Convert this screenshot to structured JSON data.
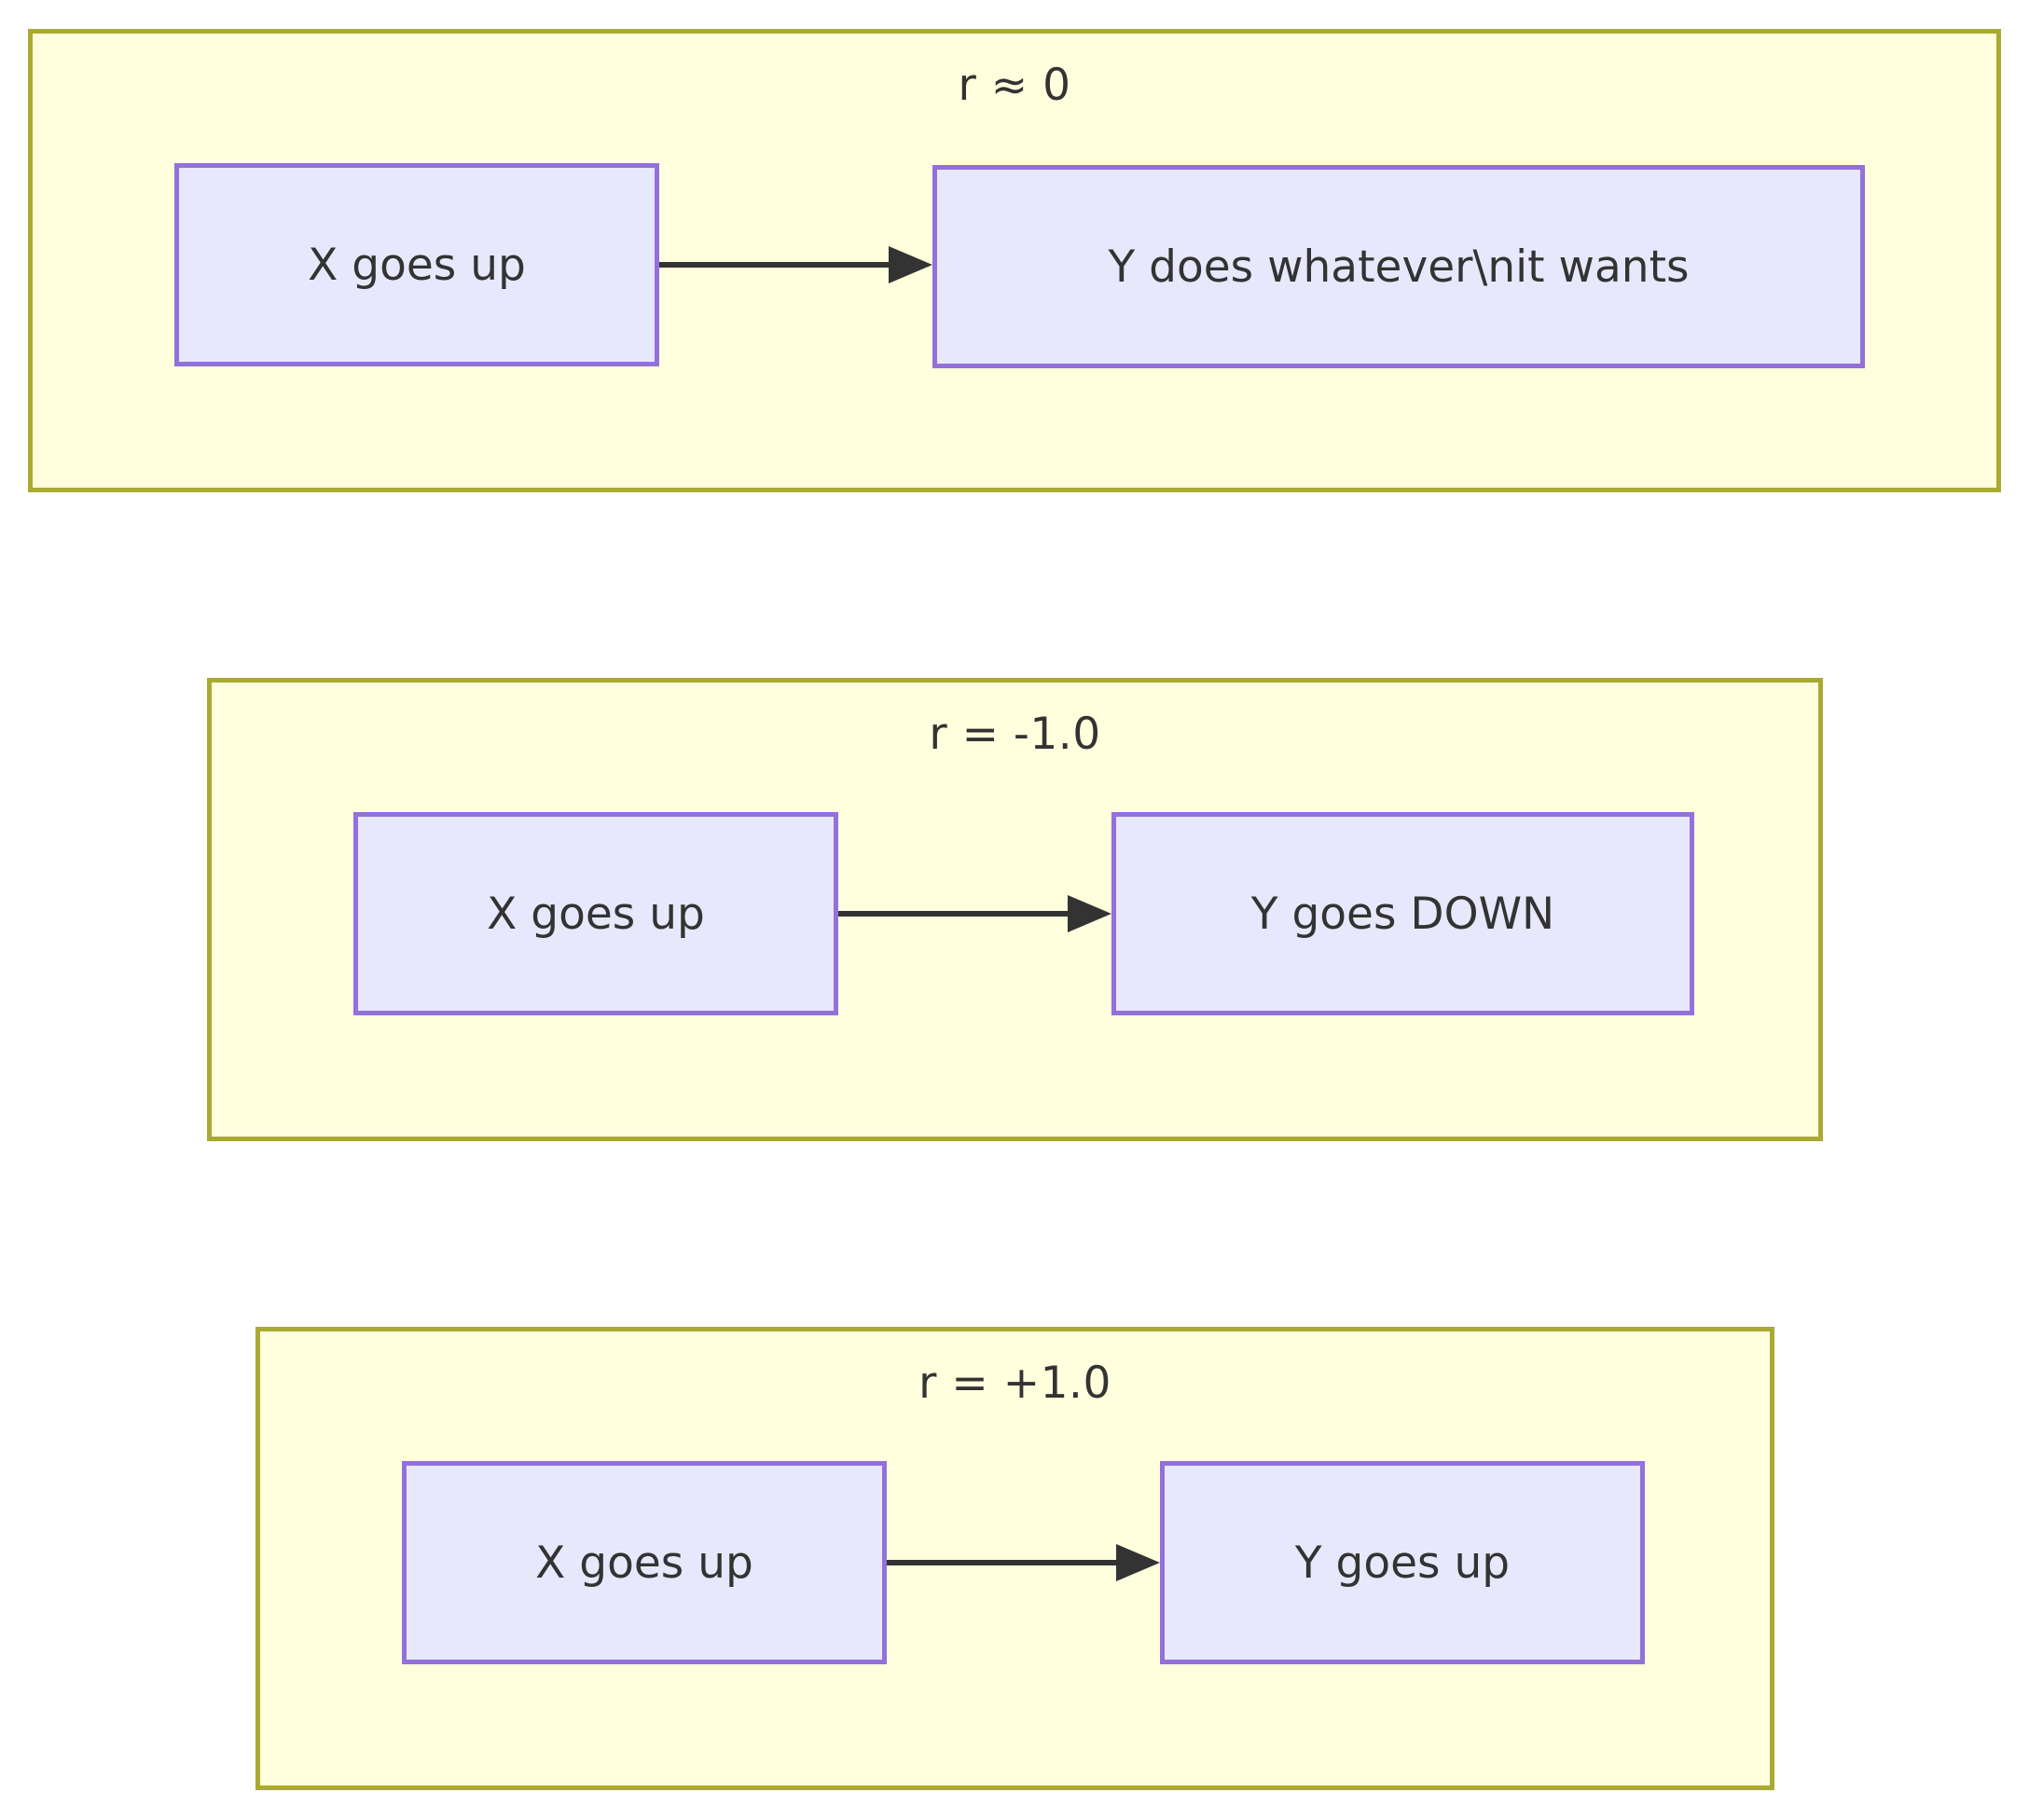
{
  "diagram": {
    "type": "flowchart-subgraphs",
    "colors": {
      "panel_fill": "#ffffde",
      "panel_border": "#aaaa33",
      "node_fill": "#e8e8fc",
      "node_border": "#9370db",
      "edge": "#333333",
      "text": "#333333",
      "page_background": "#ffffff"
    },
    "panels": [
      {
        "title": "r ≈ 0",
        "nodes": [
          {
            "label": "X goes up"
          },
          {
            "label": "Y does whatever\\nit wants"
          }
        ],
        "edges": [
          {
            "from": "X goes up",
            "to": "Y does whatever\\nit wants",
            "arrow": "arrow-head-right",
            "label": ""
          }
        ]
      },
      {
        "title": "r = -1.0",
        "nodes": [
          {
            "label": "X goes up"
          },
          {
            "label": "Y goes DOWN"
          }
        ],
        "edges": [
          {
            "from": "X goes up",
            "to": "Y goes DOWN",
            "arrow": "arrow-head-right",
            "label": ""
          }
        ]
      },
      {
        "title": "r = +1.0",
        "nodes": [
          {
            "label": "X goes up"
          },
          {
            "label": "Y goes up"
          }
        ],
        "edges": [
          {
            "from": "X goes up",
            "to": "Y goes up",
            "arrow": "arrow-head-right",
            "label": ""
          }
        ]
      }
    ]
  }
}
